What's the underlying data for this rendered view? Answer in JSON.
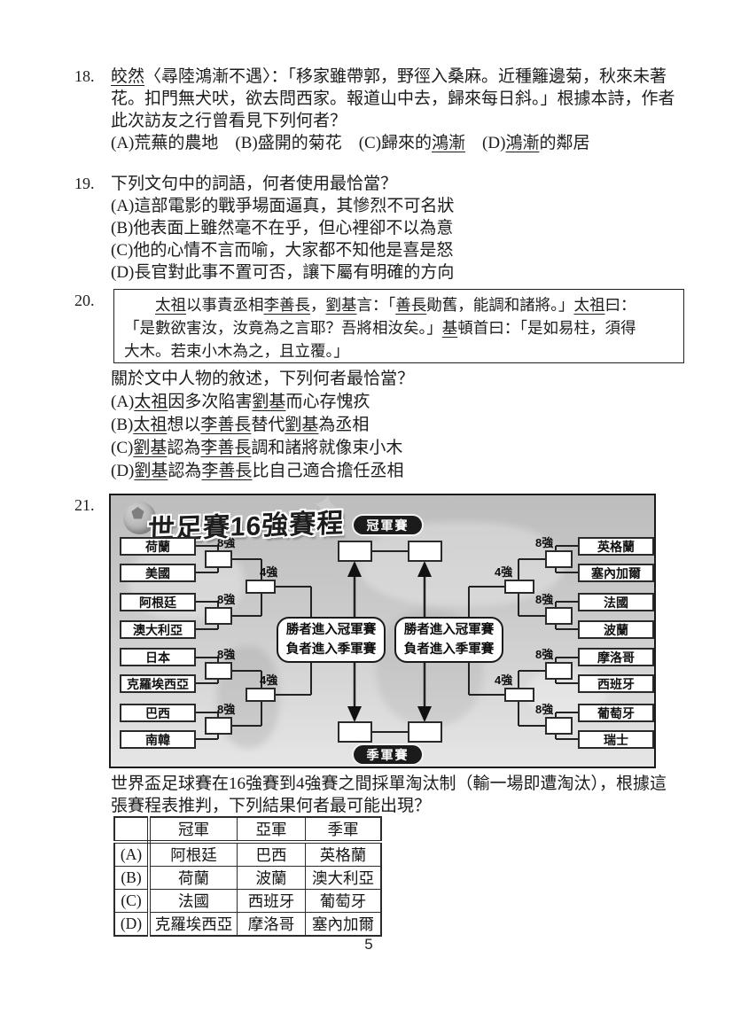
{
  "page_number": "5",
  "q18": {
    "no": "18.",
    "lines": [
      [
        {
          "t": "皎然",
          "u": true
        },
        {
          "t": "〈尋陸鴻漸不遇〉：「移家雖帶郭，野徑入桑麻。近種籬邊菊，秋來未著"
        }
      ],
      [
        {
          "t": "花。扣門無犬吠，欲去問西家。報道山中去，歸來每日斜。」根據本詩，作者"
        }
      ],
      [
        {
          "t": "此次訪友之行曾看見下列何者？"
        }
      ],
      [
        {
          "t": "(A)荒蕪的農地　(B)盛開的菊花　(C)歸來的"
        },
        {
          "t": "鴻漸",
          "u": true
        },
        {
          "t": "　(D)"
        },
        {
          "t": "鴻漸",
          "u": true
        },
        {
          "t": "的鄰居"
        }
      ]
    ]
  },
  "q19": {
    "no": "19.",
    "lines": [
      [
        {
          "t": "下列文句中的詞語，何者使用最恰當？"
        }
      ],
      [
        {
          "t": "(A)這部電影的戰爭場面逼真，其慘烈不可名狀"
        }
      ],
      [
        {
          "t": "(B)他表面上雖然毫不在乎，但心裡卻不以為意"
        }
      ],
      [
        {
          "t": "(C)他的心情不言而喻，大家都不知他是喜是怒"
        }
      ],
      [
        {
          "t": "(D)長官對此事不置可否，讓下屬有明確的方向"
        }
      ]
    ]
  },
  "q20": {
    "no": "20.",
    "box_lines": [
      [
        {
          "t": "　　"
        },
        {
          "t": "太祖",
          "u": true
        },
        {
          "t": "以事責丞相"
        },
        {
          "t": "李善長",
          "u": true
        },
        {
          "t": "，"
        },
        {
          "t": "劉基",
          "u": true
        },
        {
          "t": "言：「"
        },
        {
          "t": "善長",
          "u": true
        },
        {
          "t": "勛舊，能調和諸將。」"
        },
        {
          "t": "太祖",
          "u": true
        },
        {
          "t": "曰："
        }
      ],
      [
        {
          "t": "「是數欲害汝，汝竟為之言耶？吾將相汝矣。」"
        },
        {
          "t": "基",
          "u": true
        },
        {
          "t": "頓首曰：「是如易柱，須得"
        }
      ],
      [
        {
          "t": "大木。若束小木為之，且立覆。」"
        }
      ]
    ],
    "lines": [
      [
        {
          "t": "關於文中人物的敘述，下列何者最恰當？"
        }
      ],
      [
        {
          "t": "(A)"
        },
        {
          "t": "太祖",
          "u": true
        },
        {
          "t": "因多次陷害"
        },
        {
          "t": "劉基",
          "u": true
        },
        {
          "t": "而心存愧疚"
        }
      ],
      [
        {
          "t": "(B)"
        },
        {
          "t": "太祖",
          "u": true
        },
        {
          "t": "想以"
        },
        {
          "t": "李善長",
          "u": true
        },
        {
          "t": "替代"
        },
        {
          "t": "劉基",
          "u": true
        },
        {
          "t": "為丞相"
        }
      ],
      [
        {
          "t": "(C)"
        },
        {
          "t": "劉基",
          "u": true
        },
        {
          "t": "認為"
        },
        {
          "t": "李善長",
          "u": true
        },
        {
          "t": "調和諸將就像束小木"
        }
      ],
      [
        {
          "t": "(D)"
        },
        {
          "t": "劉基",
          "u": true
        },
        {
          "t": "認為"
        },
        {
          "t": "李善長",
          "u": true
        },
        {
          "t": "比自己適合擔任丞相"
        }
      ]
    ]
  },
  "q21": {
    "no": "21.",
    "bracket": {
      "title": "世足賽16強賽程",
      "final_label": "冠軍賽",
      "third_label": "季軍賽",
      "note_line1": "勝者進入冠軍賽",
      "note_line2": "負者進入季軍賽",
      "qf_label": "8強",
      "sf_label": "4強",
      "left_teams": [
        "荷蘭",
        "美國",
        "阿根廷",
        "澳大利亞",
        "日本",
        "克羅埃西亞",
        "巴西",
        "南韓"
      ],
      "right_teams": [
        "英格蘭",
        "塞內加爾",
        "法國",
        "波蘭",
        "摩洛哥",
        "西班牙",
        "葡萄牙",
        "瑞士"
      ]
    },
    "lines": [
      [
        {
          "t": "世界盃足球賽在16強賽到4強賽之間採單淘汰制（輸一場即遭淘汰），根據這"
        }
      ],
      [
        {
          "t": "張賽程表推判，下列結果何者最可能出現？"
        }
      ]
    ],
    "table": {
      "headers": [
        "",
        "冠軍",
        "亞軍",
        "季軍"
      ],
      "rows": [
        {
          "label": "(A)",
          "cells": [
            "阿根廷",
            "巴西",
            "英格蘭"
          ]
        },
        {
          "label": "(B)",
          "cells": [
            "荷蘭",
            "波蘭",
            "澳大利亞"
          ]
        },
        {
          "label": "(C)",
          "cells": [
            "法國",
            "西班牙",
            "葡萄牙"
          ]
        },
        {
          "label": "(D)",
          "cells": [
            "克羅埃西亞",
            "摩洛哥",
            "塞內加爾"
          ]
        }
      ]
    }
  }
}
